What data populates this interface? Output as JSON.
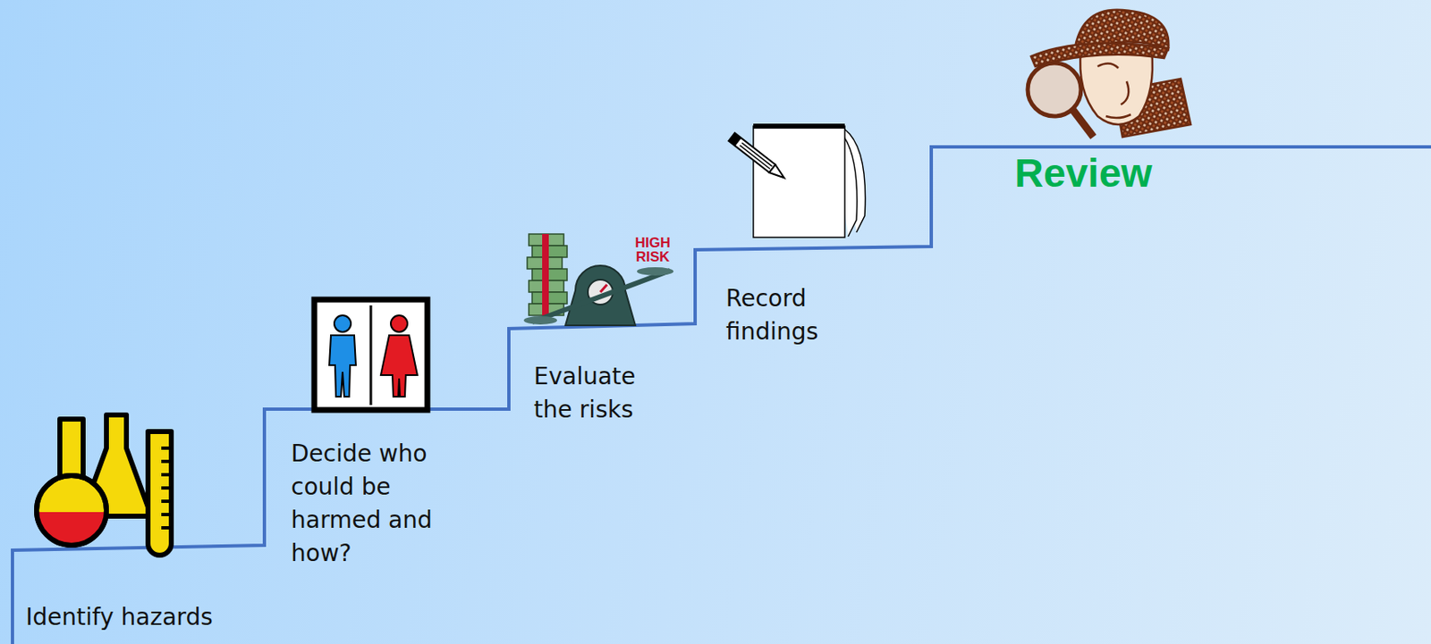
{
  "diagram": {
    "labels": [
      "Identify hazards",
      "Decide who could be harmed and how?",
      "Evaluate the risks",
      "Record findings",
      "Review",
      "HIGH RISK"
    ]
  }
}
